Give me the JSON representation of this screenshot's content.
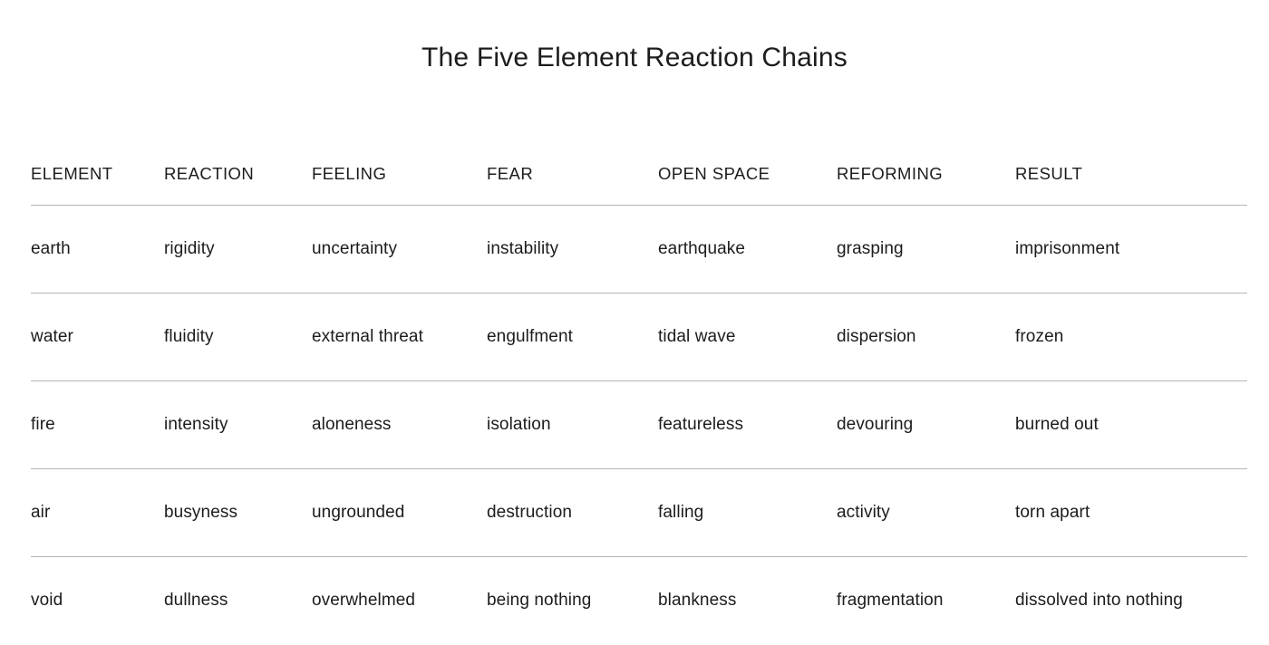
{
  "document": {
    "title": "The Five Element Reaction Chains",
    "background_color": "#ffffff",
    "text_color": "#1c1c1c",
    "rule_color": "#b5b5b5"
  },
  "table": {
    "columns": [
      "ELEMENT",
      "REACTION",
      "FEELING",
      "FEAR",
      "OPEN SPACE",
      "REFORMING",
      "RESULT"
    ],
    "rows": [
      {
        "element": "earth",
        "reaction": "rigidity",
        "feeling": "uncertainty",
        "fear": "instability",
        "open_space": "earthquake",
        "reforming": "grasping",
        "result": "imprisonment"
      },
      {
        "element": "water",
        "reaction": "fluidity",
        "feeling": "external threat",
        "fear": "engulfment",
        "open_space": "tidal wave",
        "reforming": "dispersion",
        "result": "frozen"
      },
      {
        "element": "fire",
        "reaction": "intensity",
        "feeling": "aloneness",
        "fear": "isolation",
        "open_space": "featureless",
        "reforming": "devouring",
        "result": "burned out"
      },
      {
        "element": "air",
        "reaction": "busyness",
        "feeling": "ungrounded",
        "fear": "destruction",
        "open_space": "falling",
        "reforming": "activity",
        "result": "torn apart"
      },
      {
        "element": "void",
        "reaction": "dullness",
        "feeling": "overwhelmed",
        "fear": "being nothing",
        "open_space": "blankness",
        "reforming": "fragmentation",
        "result": "dissolved into nothing"
      }
    ]
  }
}
